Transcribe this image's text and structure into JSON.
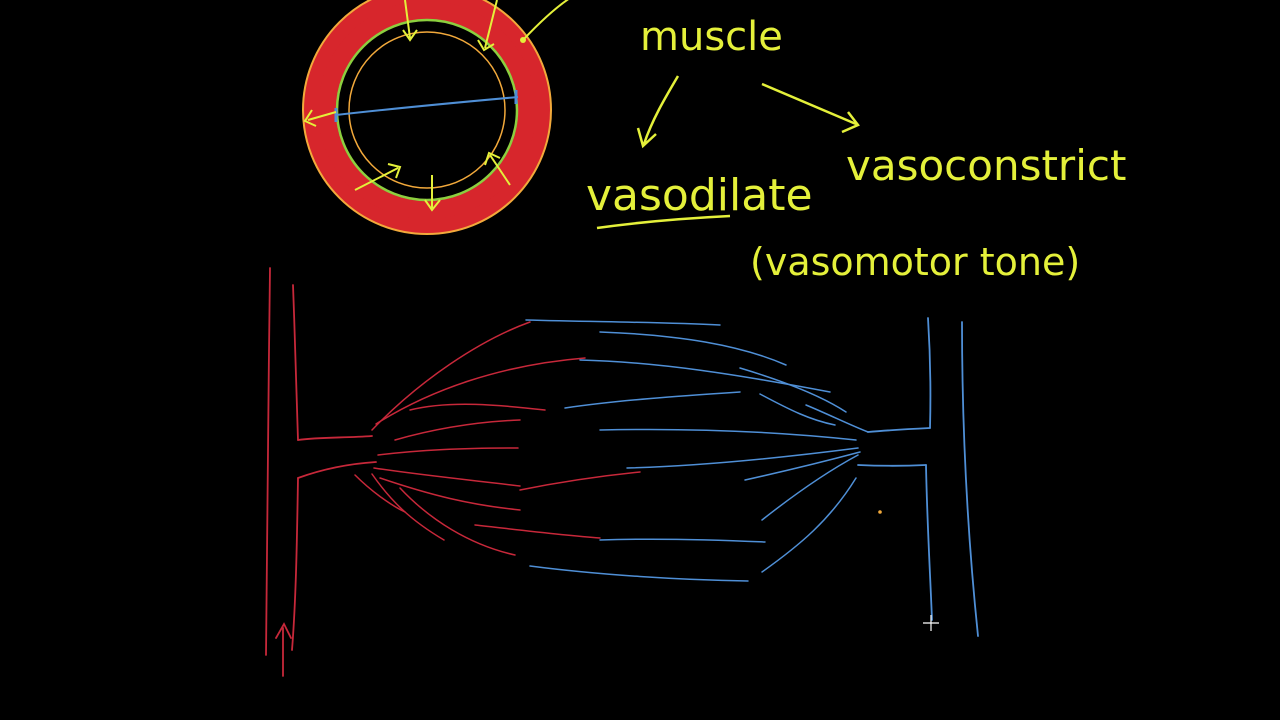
{
  "colors": {
    "background": "#000000",
    "annotation": "#e4f03a",
    "vessel_wall": "#d7262c",
    "vessel_outline": "#f2a93b",
    "muscle_ring": "#8ccf3f",
    "artery": "#c7283a",
    "vein": "#4f8fd6",
    "cursor": "#ffffff"
  },
  "labels": {
    "muscle": "muscle",
    "vasodilate": "vasodilate",
    "vasoconstrict": "vasoconstrict",
    "vasomotor_tone": "(vasomotor tone)"
  },
  "icons": {
    "cursor": "crosshair-cursor-icon"
  }
}
